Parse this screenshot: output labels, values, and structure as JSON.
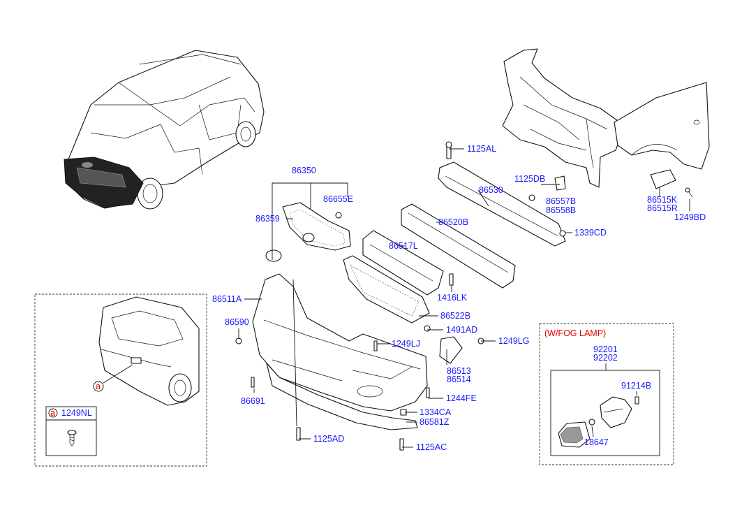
{
  "labels": {
    "p86350": "86350",
    "p86655E": "86655E",
    "p86359": "86359",
    "p1125AL": "1125AL",
    "p86530": "86530",
    "p1125DB": "1125DB",
    "p86557B": "86557B",
    "p86558B": "86558B",
    "p86515K": "86515K",
    "p86515R": "86515R",
    "p1249BD": "1249BD",
    "p1339CD": "1339CD",
    "p86520B": "86520B",
    "p86517L": "86517L",
    "p1416LK": "1416LK",
    "p86511A": "86511A",
    "p86522B": "86522B",
    "p86590": "86590",
    "p1491AD": "1491AD",
    "p1249LJ": "1249LJ",
    "p1249LG": "1249LG",
    "p86513": "86513",
    "p86514": "86514",
    "p86691": "86691",
    "p1244FE": "1244FE",
    "p1334CA": "1334CA",
    "p86581Z": "86581Z",
    "p1125AD": "1125AD",
    "p1125AC": "1125AC",
    "fog_title": "(W/FOG LAMP)",
    "p92201": "92201",
    "p92202": "92202",
    "p91214B": "91214B",
    "p18647": "18647",
    "inset_marker": "a",
    "inset_part_marker": "a",
    "p1249NL": "1249NL"
  }
}
